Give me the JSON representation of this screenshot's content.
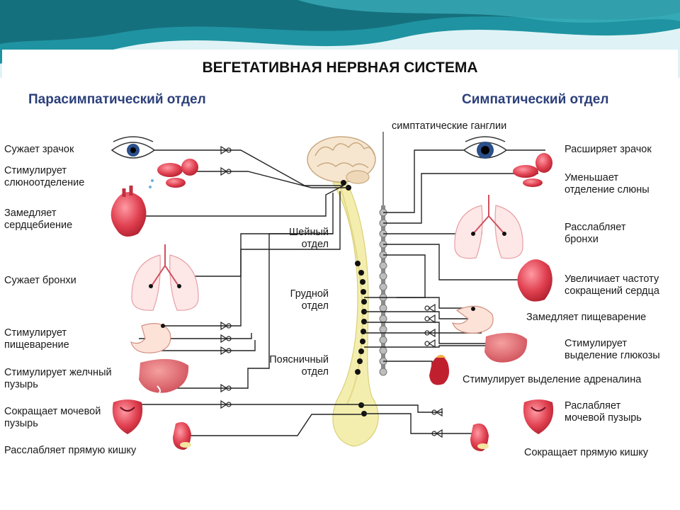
{
  "title": "ВЕГЕТАТИВНАЯ НЕРВНАЯ СИСТЕМА",
  "parasympathetic": {
    "title": "Парасимпатический отдел",
    "effects": [
      {
        "text": "Сужает зрачок"
      },
      {
        "text": "Стимулирует слюноотделение"
      },
      {
        "text": "Замедляет сердцебиение"
      },
      {
        "text": "Сужает бронхи"
      },
      {
        "text": "Стимулирует пищеварение"
      },
      {
        "text": "Стимулирует желчный пузырь"
      },
      {
        "text": "Сокращает мочевой пузырь"
      },
      {
        "text": "Расслабляет прямую кишку"
      }
    ]
  },
  "sympathetic": {
    "title": "Симпатический отдел",
    "ganglia_label": "симптатические ганглии",
    "effects": [
      {
        "text": "Расширяет зрачок"
      },
      {
        "text": "Уменьшает отделение слюны"
      },
      {
        "text": "Расслабляет бронхи"
      },
      {
        "text": "Увеличиает частоту сокращений сердца"
      },
      {
        "text": "Замедляет пищеварение"
      },
      {
        "text": "Стимулирует выделение глюкозы"
      },
      {
        "text": "Стимулирует выделение адреналина"
      },
      {
        "text": "Раслабляет мочевой пузырь"
      },
      {
        "text": "Сокращает прямую кишку"
      }
    ]
  },
  "spine_regions": [
    {
      "text": "Шейный отдел"
    },
    {
      "text": "Грудной отдел"
    },
    {
      "text": "Поясничный отдел"
    }
  ],
  "colors": {
    "banner_teal": "#1e8f9c",
    "organ_red": "#e04050",
    "title_blue": "#2b3f7a",
    "spine_yellow": "#f3eeae",
    "ganglia_gray": "#9a9a9a"
  }
}
